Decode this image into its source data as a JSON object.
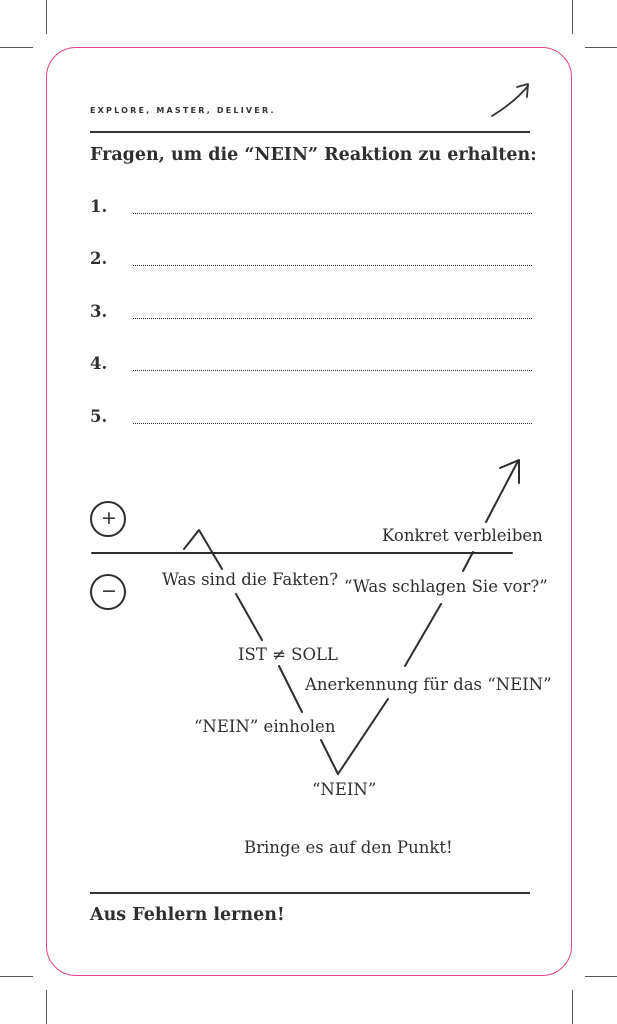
{
  "tagline": "EXPLORE, MASTER, DELIVER.",
  "heading": "Fragen, um die “NEIN” Reaktion zu erhalten:",
  "questions": [
    {
      "number": "1."
    },
    {
      "number": "2."
    },
    {
      "number": "3."
    },
    {
      "number": "4."
    },
    {
      "number": "5."
    }
  ],
  "diagram": {
    "plus_label": "+",
    "minus_label": "−",
    "steps": {
      "facts": "Was sind die Fakten?",
      "ist_soll": "IST ≠ SOLL",
      "get_no": "“NEIN” einholen",
      "no": "“NEIN”",
      "acknowledge": "Anerkennung für das “NEIN”",
      "suggest": "“Was schlagen Sie vor?”",
      "concrete": "Konkret verbleiben"
    }
  },
  "motto": "Bringe es auf den Punkt!",
  "footer": "Aus Fehlern lernen!",
  "colors": {
    "card_border": "#e0448a",
    "ink": "#2d2d2d"
  }
}
